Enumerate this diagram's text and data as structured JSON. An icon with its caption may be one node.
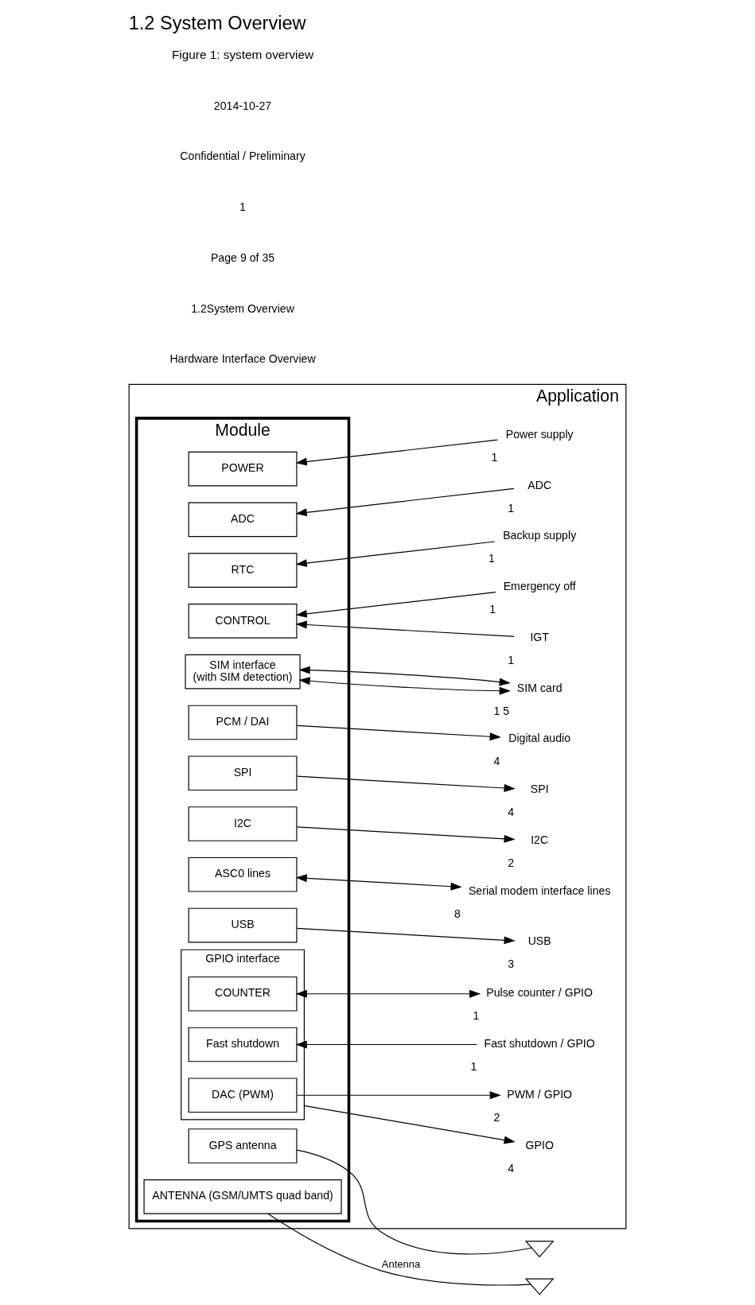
{
  "diagram": {
    "title": "1.2 System Overview",
    "caption": "Figure 1: system overview",
    "nodes": [
      {
        "text": [
          "Application"
        ]
      },
      {
        "text": [
          "Module"
        ],
        "in": 0
      },
      {
        "text": [
          "GPIO interface"
        ],
        "in": 1
      },
      {
        "text": [
          "DAC (PWM)"
        ],
        "in": 2
      },
      {
        "text": [
          "Fast shutdown"
        ],
        "in": 2
      },
      {
        "text": [
          "COUNTER"
        ],
        "in": 2
      },
      {
        "text": [
          "USB"
        ],
        "in": 1
      },
      {
        "text": [
          "ASC0 lines"
        ],
        "in": 1
      },
      {
        "text": [
          "I2C"
        ],
        "in": 1
      },
      {
        "text": [
          "SPI"
        ],
        "in": 1
      },
      {
        "text": [
          "PCM / DAI"
        ],
        "in": 1
      },
      {
        "text": [
          "SIM interface",
          "(with SIM detection)"
        ],
        "in": 1
      },
      {
        "text": [
          "GPS antenna"
        ],
        "in": 1
      },
      {
        "text": [
          "CONTROL"
        ],
        "in": 1
      },
      {
        "text": [
          "RTC"
        ],
        "in": 1
      },
      {
        "text": [
          "ADC"
        ],
        "in": 1
      },
      {
        "text": [
          "POWER"
        ],
        "in": 1
      },
      {
        "text": [
          "ANTENNA (GSM/UMTS quad band)"
        ],
        "in": 1
      },
      {
        "text": [
          "GPIO"
        ],
        "in": 0,
        "beside": [
          "4"
        ]
      },
      {
        "text": [
          "PWM / GPIO"
        ],
        "in": 0,
        "beside": [
          "2"
        ]
      },
      {
        "text": [
          "Fast shutdown / GPIO"
        ],
        "in": 0,
        "beside": [
          "1"
        ]
      },
      {
        "text": [
          "Pulse counter / GPIO"
        ],
        "in": 0,
        "beside": [
          "1"
        ]
      },
      {
        "text": [
          "USB"
        ],
        "in": 0,
        "beside": [
          "3"
        ]
      },
      {
        "text": [
          "Serial modem interface lines"
        ],
        "in": 0,
        "beside": [
          "8"
        ]
      },
      {
        "text": [
          "I2C"
        ],
        "in": 0,
        "beside": [
          "2"
        ]
      },
      {
        "text": [
          "SPI"
        ],
        "in": 0,
        "beside": [
          "4"
        ]
      },
      {
        "text": [
          "Digital audio"
        ],
        "in": 0,
        "beside": [
          "4"
        ]
      },
      {
        "text": [
          "SIM card"
        ],
        "in": 0,
        "beside": [
          "1",
          "5"
        ]
      },
      {
        "text": [
          "IGT"
        ],
        "in": 0,
        "beside": [
          "1"
        ]
      },
      {
        "text": [
          "Emergency off"
        ],
        "in": 0,
        "beside": [
          "1"
        ]
      },
      {
        "text": [
          "Backup supply"
        ],
        "in": 0,
        "beside": [
          "1"
        ]
      },
      {
        "text": [
          "ADC"
        ],
        "in": 0,
        "beside": [
          "1"
        ]
      },
      {
        "text": [
          "Power supply"
        ],
        "in": 0,
        "beside": [
          "1"
        ]
      },
      {
        "text": [],
        "shape": "antenna"
      },
      {
        "text": [],
        "shape": "antenna"
      }
    ],
    "edges": [
      {
        "from": 2,
        "to": 18,
        "arrow": "to"
      },
      {
        "from": 3,
        "to": 19,
        "arrow": "to"
      },
      {
        "from": 20,
        "to": 4,
        "arrow": "to"
      },
      {
        "from": 5,
        "to": 21,
        "arrow": "both"
      },
      {
        "from": 6,
        "to": 22,
        "arrow": "to"
      },
      {
        "from": 7,
        "to": 23,
        "arrow": "both"
      },
      {
        "from": 8,
        "to": 24,
        "arrow": "to"
      },
      {
        "from": 9,
        "to": 25,
        "arrow": "to"
      },
      {
        "from": 10,
        "to": 26,
        "arrow": "to"
      },
      {
        "from": 11,
        "to": 27,
        "arrow": "both"
      },
      {
        "from": 11,
        "to": 27,
        "arrow": "both"
      },
      {
        "from": 12,
        "to": 33,
        "arrow": "none"
      },
      {
        "from": 28,
        "to": 13,
        "arrow": "to"
      },
      {
        "from": 29,
        "to": 13,
        "arrow": "to"
      },
      {
        "from": 30,
        "to": 14,
        "arrow": "to"
      },
      {
        "from": 31,
        "to": 15,
        "arrow": "to"
      },
      {
        "from": 32,
        "to": 16,
        "arrow": "to"
      },
      {
        "from": 17,
        "to": 34,
        "label": "Antenna",
        "arrow": "none"
      }
    ],
    "labels": [
      "Hardware Interface Overview",
      "1.2System Overview",
      "Page 9 of 35",
      "1",
      "Confidential / Preliminary",
      "2014-10-27"
    ]
  }
}
